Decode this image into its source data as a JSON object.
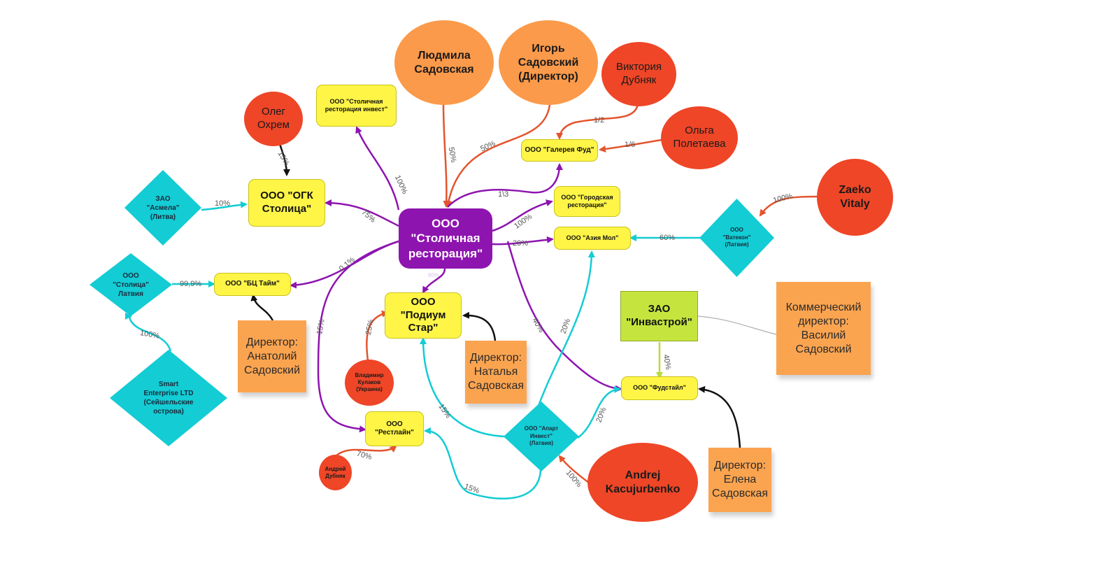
{
  "colors": {
    "purple": "#8e14b0",
    "cyan": "#13ccd4",
    "red_orange": "#e4542d",
    "black": "#111111",
    "green": "#b8dc3a",
    "gray": "#b0b0b0"
  },
  "nodes": {
    "lyudmila": "Людмила\nСадовская",
    "igor": "Игорь\nСадовский\n(Директор)",
    "viktoria": "Виктория\nДубняк",
    "olga": "Ольга\nПолетаева",
    "oleg": "Олег\nОхрем",
    "zaeko": "Zaeko\nVitaly",
    "andrej": "Andrej\nKacujurbenko",
    "vladimir": "Владимир\nКулаков\n(Украина)",
    "andrey_dubnyak": "Андрей\nДубняк",
    "stol_invest": "ООО \"Столичная\nресторация инвест\"",
    "galereya": "ООО \"Галерея Фуд\"",
    "ogk": "ООО \"ОГК\nСтолица\"",
    "gorodskaya": "ООО \"Городская\nресторация\"",
    "aziya": "ООО \"Азия Мол\"",
    "bc_time": "ООО \"БЦ Тайм\"",
    "podium": "ООО\n\"Подиум\nСтар\"",
    "restline": "ООО\n\"Рестлайн\"",
    "foodstyle": "ООО \"Фудстайл\"",
    "main": "ООО\n\"Столичная\nресторация\"",
    "invastroy": "ЗАО\n\"Инвастрой\"",
    "asmela": "ЗАО\n\"Асмела\"\n(Литва)",
    "stolitsa_latvia": "ООО\n\"Столица\"\nЛатвия",
    "smart": "Smart\nEnterprise LTD\n(Сейшельские\nострова)",
    "vatekon": "ООО\n\"Ватекон\"\n(Латвия)",
    "apart": "ООО \"Апарт\nИнвест\"\n(Латвия)",
    "dir_anatoliy": "Директор:\nАнатолий\nСадовский",
    "dir_natalya": "Директор:\nНаталья\nСадовская",
    "dir_elena": "Директор:\nЕлена\nСадовская",
    "kom_vasiliy": "Коммерческий\nдиректор:\nВасилий\nСадовский"
  },
  "edge_labels": {
    "lyudmila_main": "50%",
    "igor_main": "50%",
    "viktoria_galereya": "1/2",
    "olga_galereya": "1/6",
    "main_galereya": "1\\3",
    "main_stol_invest": "100%",
    "oleg_ogk": "15%",
    "asmela_ogk": "10%",
    "main_ogk": "75%",
    "main_gorodskaya": "100%",
    "main_aziya": "20%",
    "vatekon_aziya": "60%",
    "zaeko_vatekon": "100%",
    "main_bc": "0,1%",
    "stolitsa_bc": "99,9%",
    "smart_stolitsa": "100%",
    "main_podium": "80%",
    "vladimir_podium": "25%",
    "main_restline": "15%",
    "main_foodstyle": "40%",
    "apart_aziya": "20%",
    "apart_foodstyle": "20%",
    "invastroy_foodstyle": "40%",
    "apart_podium": "15%",
    "andrey_restline": "70%",
    "apart_restline": "15%",
    "andrej_apart": "100%"
  }
}
